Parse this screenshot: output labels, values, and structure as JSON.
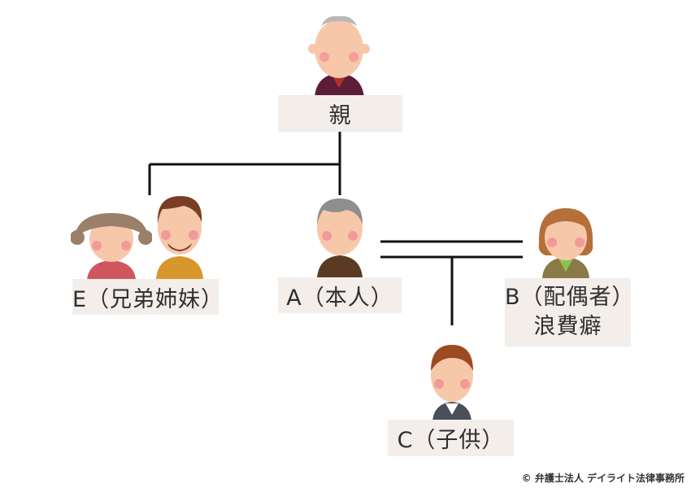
{
  "nodes": {
    "parent": {
      "label": "親"
    },
    "sibling": {
      "label": "E（兄弟姉妹）"
    },
    "self": {
      "label": "A（本人）"
    },
    "spouse": {
      "label_line1": "B（配偶者）",
      "label_line2": "浪費癖"
    },
    "child": {
      "label": "C（子供）"
    }
  },
  "copyright": "© 弁護士法人 デイライト法律事務所",
  "colors": {
    "line": "#111111",
    "label_bg": "#f3eeea",
    "skin": "#f7c7a9",
    "cheek": "#f29a9a"
  }
}
